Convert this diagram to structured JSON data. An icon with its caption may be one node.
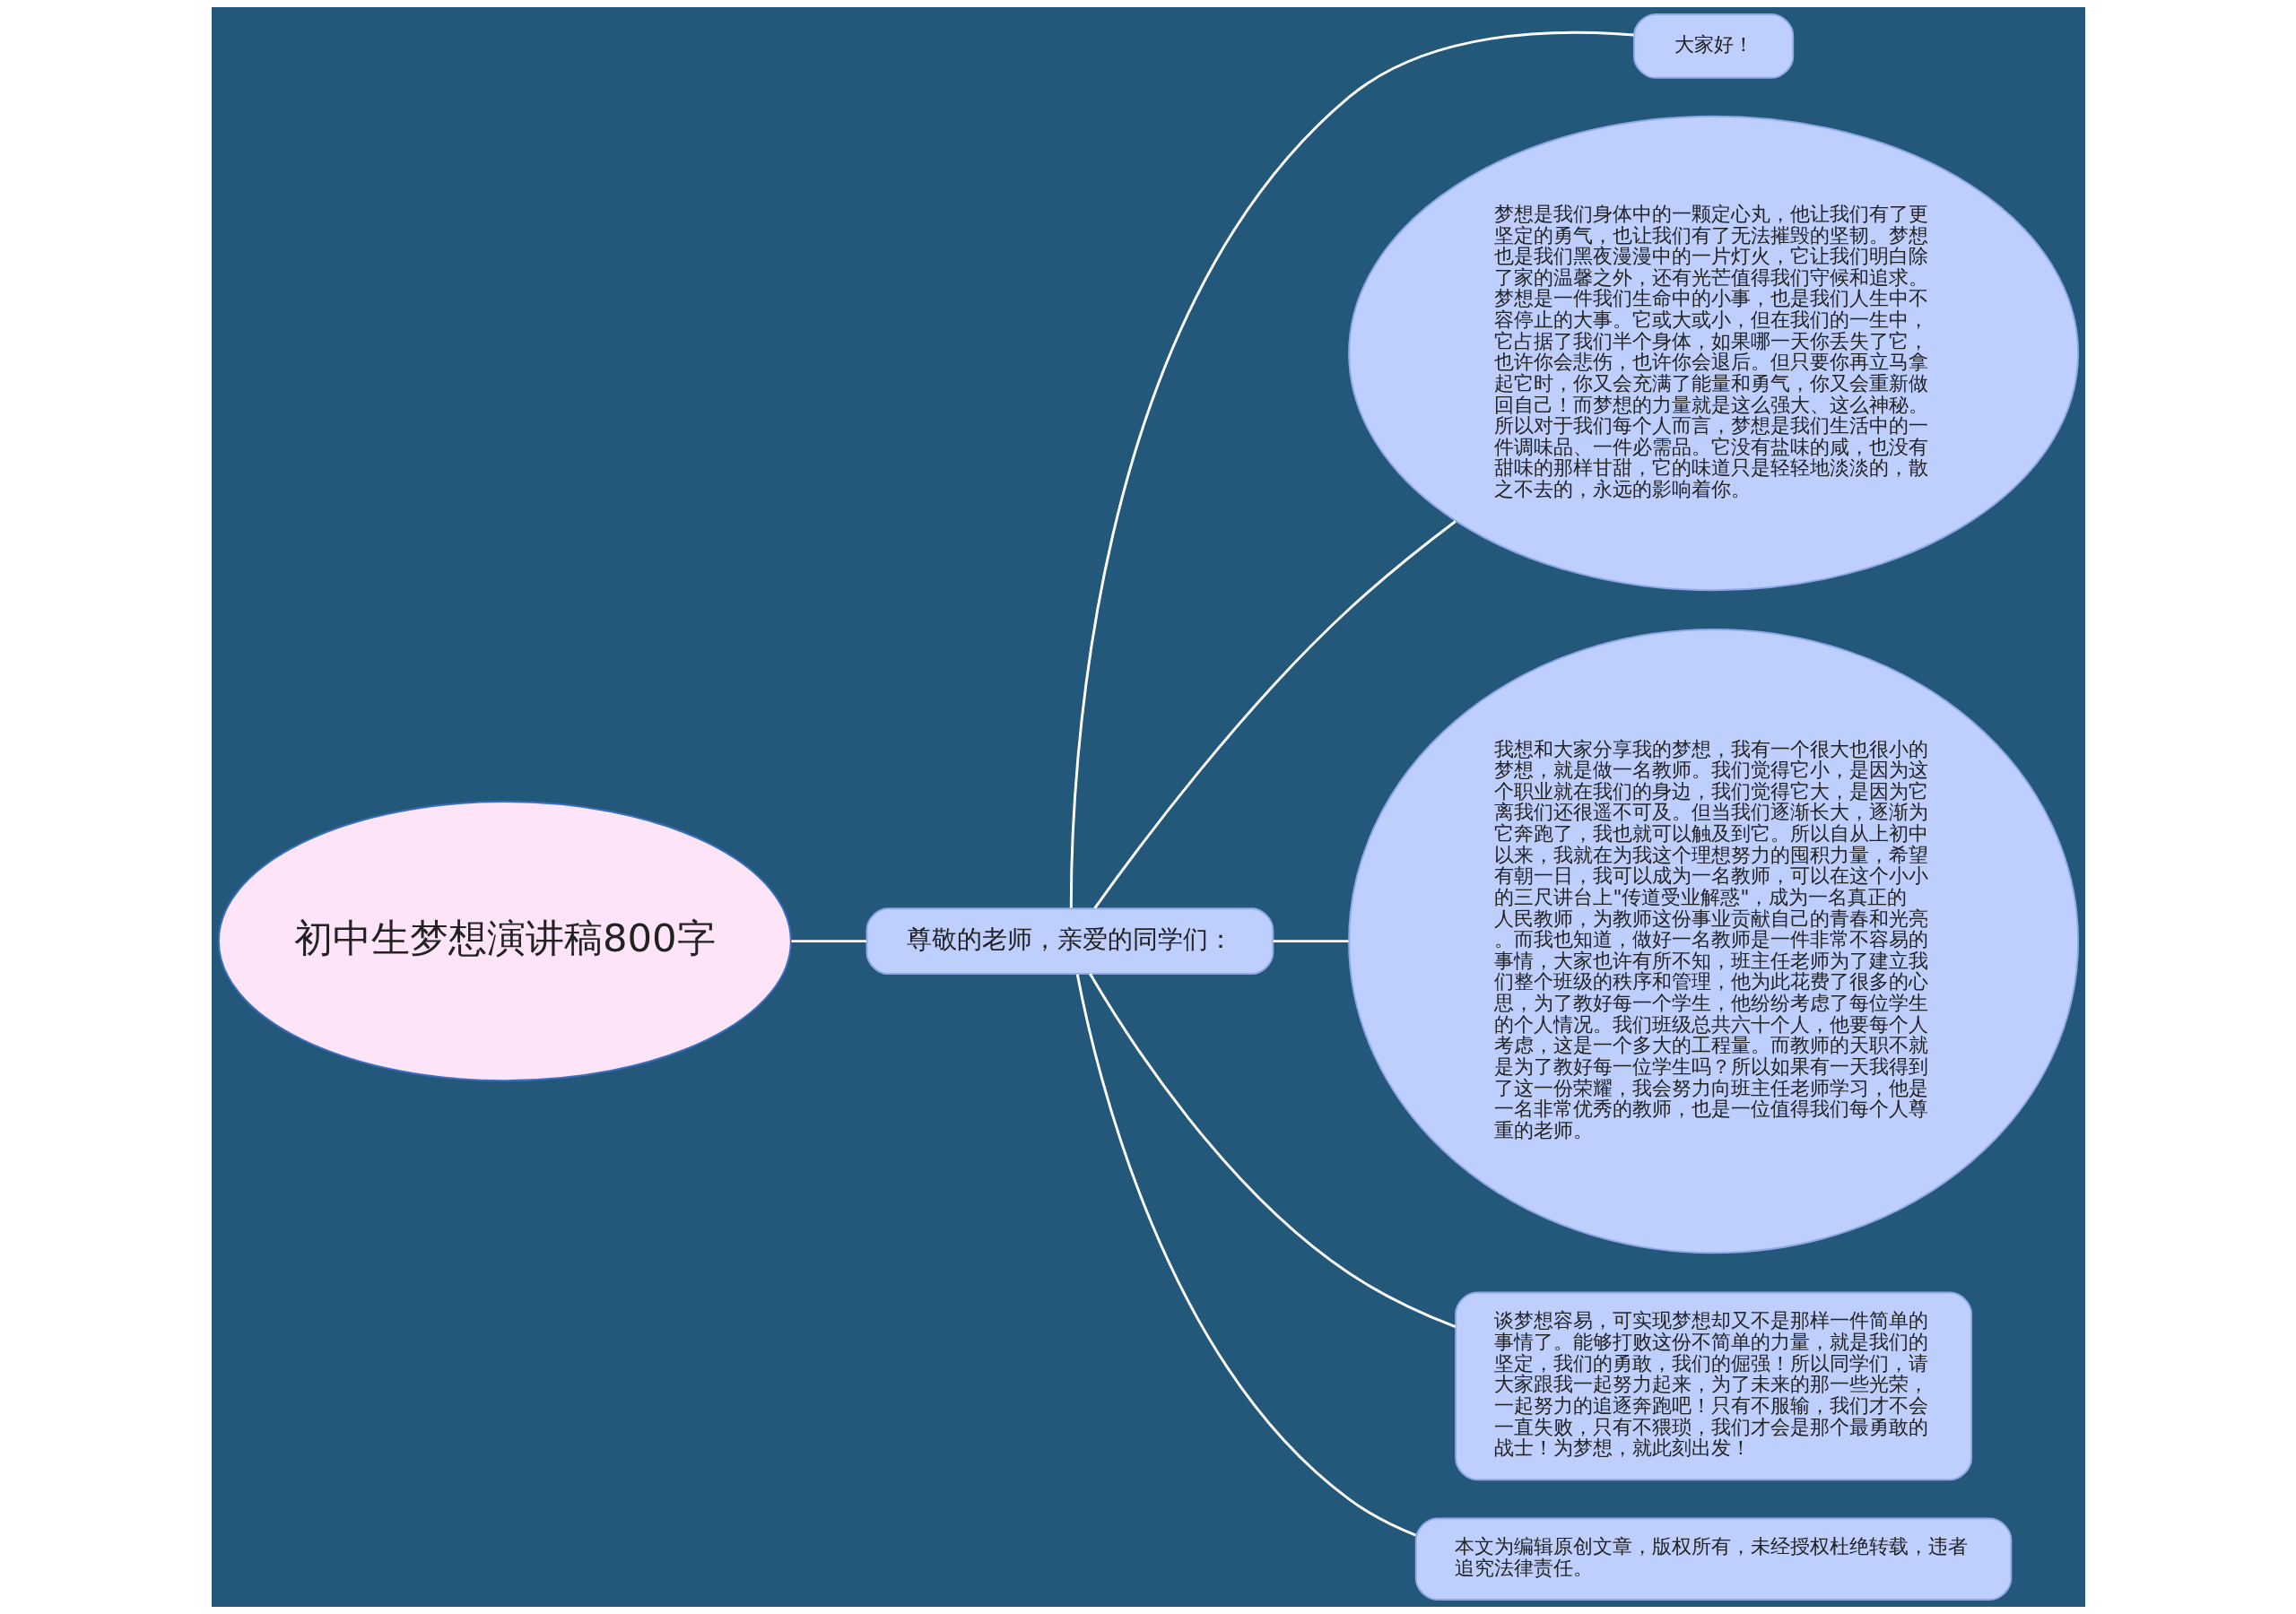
{
  "diagram": {
    "nodes": [
      {
        "text": [
          "初中生梦想演讲稿800字"
        ]
      },
      {
        "text": [
          "尊敬的老师，亲爱的同学们："
        ]
      },
      {
        "text": [
          "大家好！"
        ]
      },
      {
        "text": [
          "梦想是我们身体中的一颗定心丸，他让我们有了更坚定的勇气，也让我们有了无法摧毁的坚韧。梦想也是我们黑夜漫漫中的一片灯火，它让我们明白除了家的温馨之外，还有光芒值得我们守候和追求。梦想是一件我们生命中的小事，也是我们人生中不容停止的大事。它或大或小，但在我们的一生中，它占据了我们半个身体，如果哪一天你丢失了它，也许你会悲伤，也许你会退后。但只要你再立马拿起它时，你又会充满了能量和勇气，你又会重新做回自己！而梦想的力量就是这么强大、这么神秘。所以对于我们每个人而言，梦想是我们生活中的一件调味品、一件必需品。它没有盐味的咸，也没有甜味的那样甘甜，它的味道只是轻轻地淡淡的，散之不去的，永远的影响着你。"
        ]
      },
      {
        "text": [
          "我想和大家分享我的梦想，我有一个很大也很小的梦想，就是做一名教师。我们觉得它小，是因为这个职业就在我们的身边，我们觉得它大，是因为它离我们还很遥不可及。但当我们逐渐长大，逐渐为它奔跑了，我也就可以触及到它。所以自从上初中以来，我就在为我这个理想努力的囤积力量，希望有朝一日，我可以成为一名教师，可以在这个小小的三尺讲台上\"传道受业解惑\"，成为一名真正的人民教师，为教师这份事业贡献自己的青春和光亮。而我也知道，做好一名教师是一件非常不容易的事情，大家也许有所不知，班主任老师为了建立我们整个班级的秩序和管理，他为此花费了很多的心思，为了教好每一个学生，他纷纷考虑了每位学生的个人情况。我们班级总共六十个人，他要每个人考虑，这是一个多大的工程量。而教师的天职不就是为了教好每一位学生吗？所以如果有一天我得到了这一份荣耀，我会努力向班主任老师学习，他是一名非常优秀的教师，也是一位值得我们每个人尊重的老师。"
        ]
      },
      {
        "text": [
          "谈梦想容易，可实现梦想却又不是那样一件简单的事情了。能够打败这份不简单的力量，就是我们的坚定，我们的勇敢，我们的倔强！所以同学们，请大家跟我一起努力起来，为了未来的那一些光荣，一起努力的追逐奔跑吧！只有不服输，我们才不会一直失败，只有不猥琐，我们才会是那个最勇敢的战士！为梦想，就此刻出发！"
        ]
      },
      {
        "text": [
          "本文为编辑原创文章，版权所有，未经授权杜绝转载，违者追究法律责任。"
        ]
      }
    ],
    "edges": [
      {
        "from": 0,
        "to": 1,
        "arrow": "none"
      },
      {
        "from": 1,
        "to": 2,
        "arrow": "none"
      },
      {
        "from": 1,
        "to": 3,
        "arrow": "none"
      },
      {
        "from": 1,
        "to": 4,
        "arrow": "none"
      },
      {
        "from": 1,
        "to": 5,
        "arrow": "none"
      },
      {
        "from": 1,
        "to": 6,
        "arrow": "none"
      }
    ]
  }
}
